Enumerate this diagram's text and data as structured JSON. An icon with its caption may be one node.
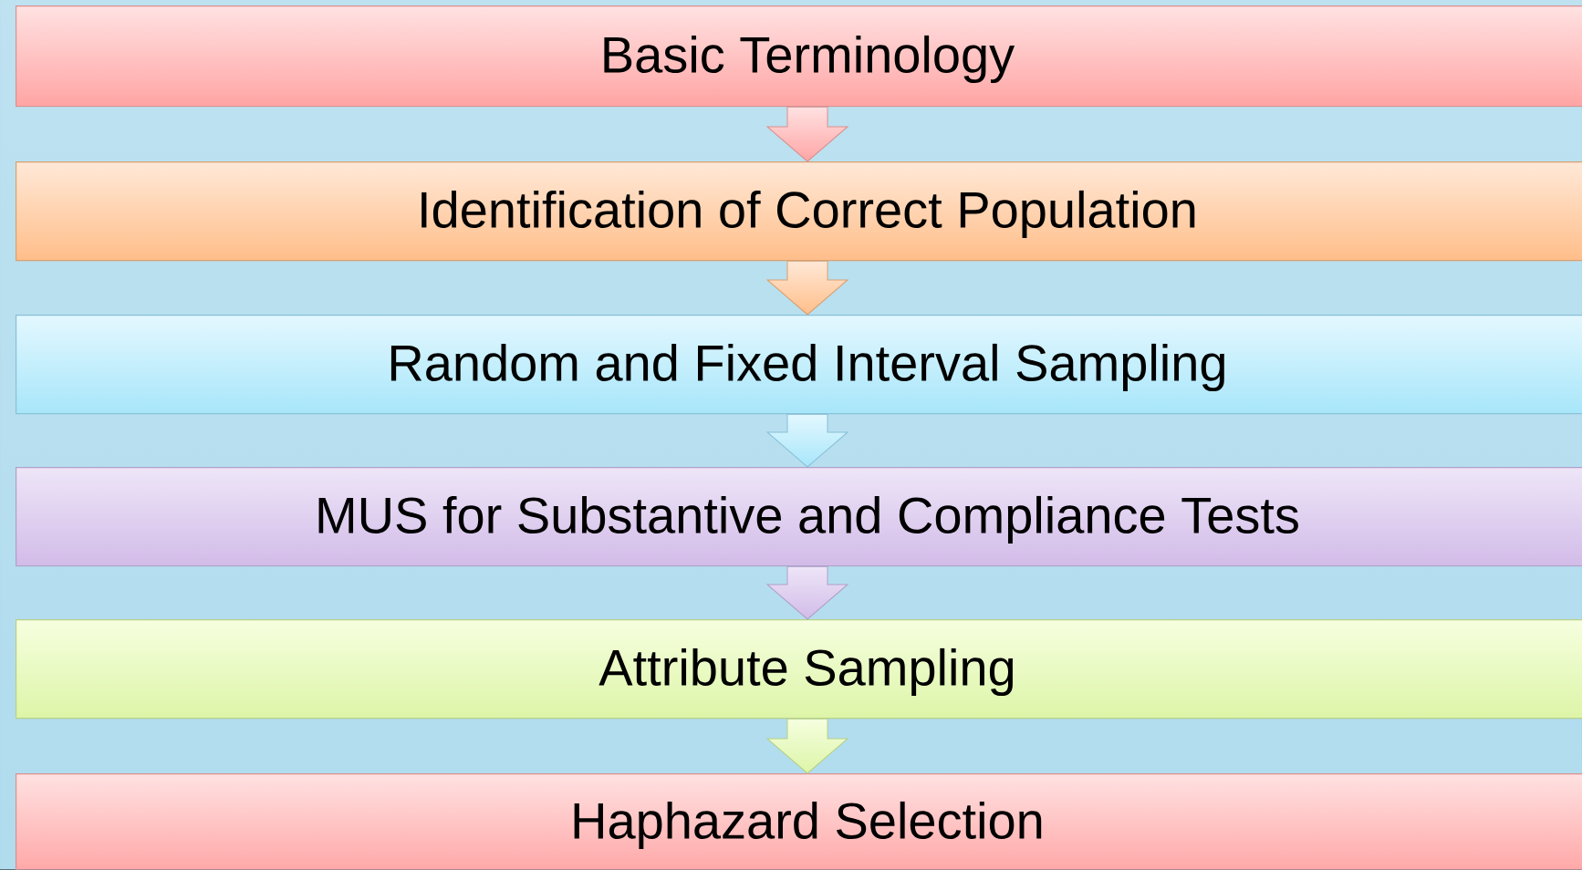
{
  "diagram": {
    "nodes": [
      {
        "text": [
          "Basic Terminology"
        ]
      },
      {
        "text": [
          "Identification of Correct Population"
        ]
      },
      {
        "text": [
          "Random and Fixed Interval Sampling"
        ]
      },
      {
        "text": [
          "MUS for Substantive and Compliance Tests"
        ]
      },
      {
        "text": [
          "Attribute Sampling"
        ]
      },
      {
        "text": [
          "Haphazard Selection"
        ]
      }
    ],
    "edges": [
      {
        "from": 0,
        "to": 1,
        "arrow": "to"
      },
      {
        "from": 1,
        "to": 2,
        "arrow": "to"
      },
      {
        "from": 2,
        "to": 3,
        "arrow": "to"
      },
      {
        "from": 3,
        "to": 4,
        "arrow": "to"
      },
      {
        "from": 4,
        "to": 5,
        "arrow": "to"
      }
    ]
  }
}
